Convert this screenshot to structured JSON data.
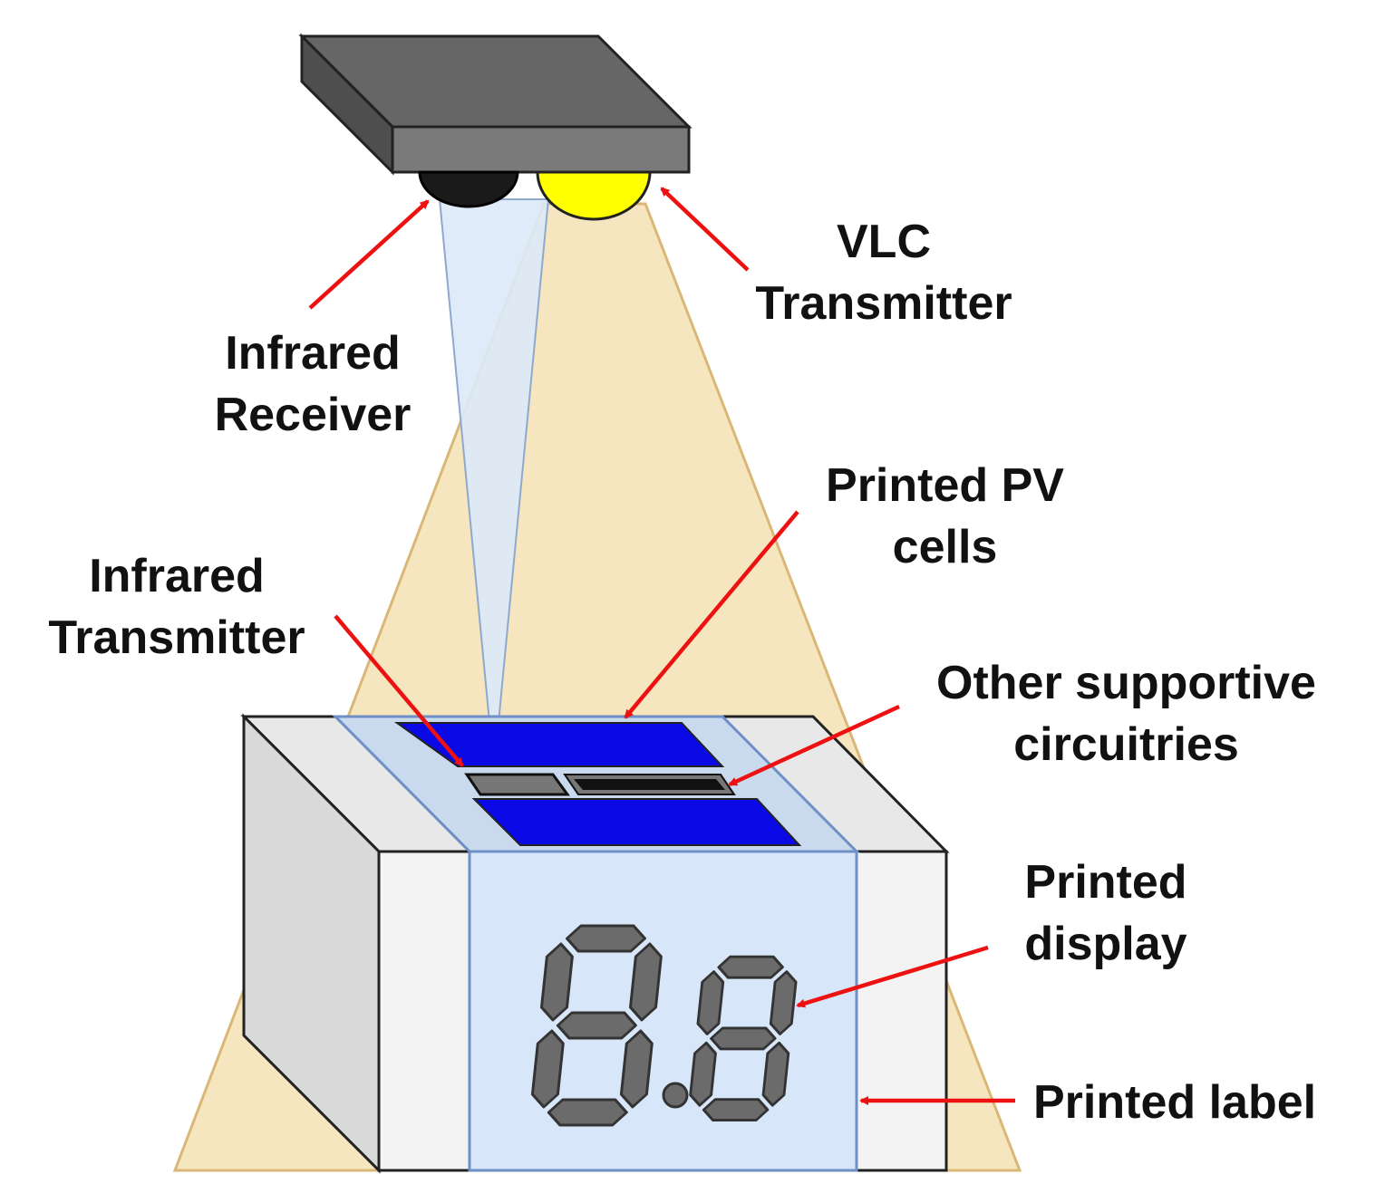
{
  "labels": {
    "infrared_receiver": [
      "Infrared",
      "Receiver"
    ],
    "vlc_transmitter": [
      "VLC",
      "Transmitter"
    ],
    "printed_pv_cells": [
      "Printed PV",
      "cells"
    ],
    "infrared_transmitter": [
      "Infrared",
      "Transmitter"
    ],
    "other_circuitries": [
      "Other supportive",
      "circuitries"
    ],
    "printed_display": [
      "Printed",
      "display"
    ],
    "printed_label": "Printed label"
  },
  "display_digits": "8.8",
  "colors": {
    "arrow": "#ee1111",
    "vlc_light_cone": "#f6e6bf",
    "ir_beam": "#dce9f8",
    "led_yellow": "#ffff00",
    "ir_receiver": "#1a1a1a",
    "pv_cell": "#0a0ae6",
    "label_film": "#d7e6f8",
    "segment": "#6b6b6b"
  }
}
